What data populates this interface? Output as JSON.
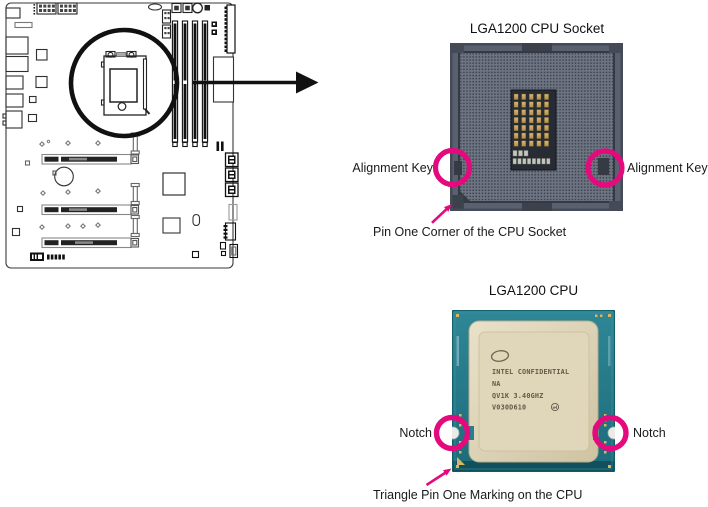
{
  "colors": {
    "highlight_magenta": "#e5097e",
    "arrow_black": "#1a1a1a",
    "pcb_teal": "#27808f",
    "ihs_gold": "#ddd2b5",
    "socket_gray": "#646b79"
  },
  "motherboard": {
    "description": "motherboard line diagram with CPU socket circled"
  },
  "socket_figure": {
    "title": "LGA1200 CPU Socket",
    "alignment_key_left": "Alignment Key",
    "alignment_key_right": "Alignment Key",
    "caption": "Pin One Corner of the CPU Socket"
  },
  "cpu_figure": {
    "title": "LGA1200 CPU",
    "notch_left": "Notch",
    "notch_right": "Notch",
    "caption": "Triangle Pin One Marking on the CPU",
    "ihs_text": {
      "line1": "INTEL CONFIDENTIAL",
      "line2": "NA",
      "line3": "QV1K 3.40GHZ",
      "line4": "V030D610",
      "emblem": "e4"
    }
  }
}
